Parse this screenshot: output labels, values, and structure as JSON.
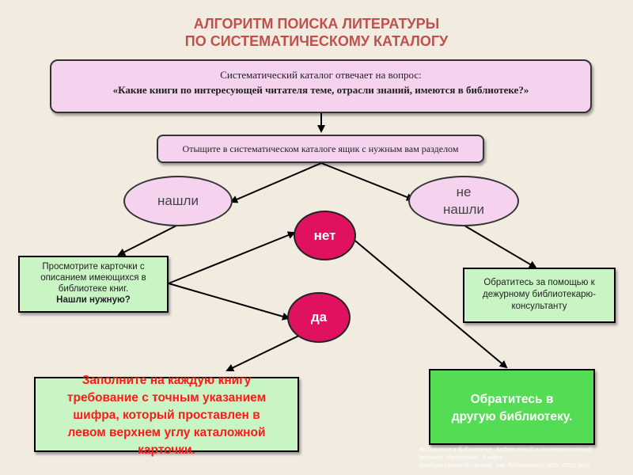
{
  "title": {
    "line1": "АЛГОРИТМ ПОИСКА ЛИТЕРАТУРЫ",
    "line2": "ПО СИСТЕМАТИЧЕСКОМУ КАТАЛОГУ"
  },
  "question_box": {
    "line1": "Систематический каталог  отвечает на вопрос:",
    "line2": "«Какие книги по интересующей читателя теме, отрасли знаний, имеются в библиотеке?»"
  },
  "search_box": {
    "text": "Отыщите в систематическом каталоге ящик с нужным вам разделом"
  },
  "found_oval": {
    "text": "нашли"
  },
  "not_found_oval": {
    "line1": "не",
    "line2": "нашли"
  },
  "no_circle": {
    "text": "нет"
  },
  "yes_circle": {
    "text": "да"
  },
  "cards_box": {
    "line1": "Просмотрите карточки с",
    "line2": "описанием имеющихся в",
    "line3": "библиотеке книг.",
    "line4": "Нашли нужную?"
  },
  "consultant_box": {
    "line1": "Обратитесь за помощью к",
    "line2": "дежурному библиотекарю-",
    "line3": "консультанту"
  },
  "request_box": {
    "line1": "Заполните на каждую книгу",
    "line2": "требование с точным указанием",
    "line3": "шифра, который проставлен в",
    "line4": "левом верхнем углу каталожной",
    "line5": "карточки."
  },
  "other_library_box": {
    "line1": "Обратитесь в",
    "line2": "другую библиотеку."
  },
  "credit": {
    "line1": "Выбор книг в библиотеке. Алфавитный и систематический",
    "line2": "каталог. Картотеки, 5 класс",
    "line3": "Бурдина Ирина Петровна, зав. библиотекой МОУ СОШ №16"
  },
  "colors": {
    "title": "#c0504d",
    "pink_fill": "#f5d2ee",
    "light_green": "#c9f5c4",
    "bright_green": "#55dc55",
    "magenta_circle": "#e0115f",
    "request_text": "#ff1a1a",
    "background": "#f1ebe0"
  }
}
